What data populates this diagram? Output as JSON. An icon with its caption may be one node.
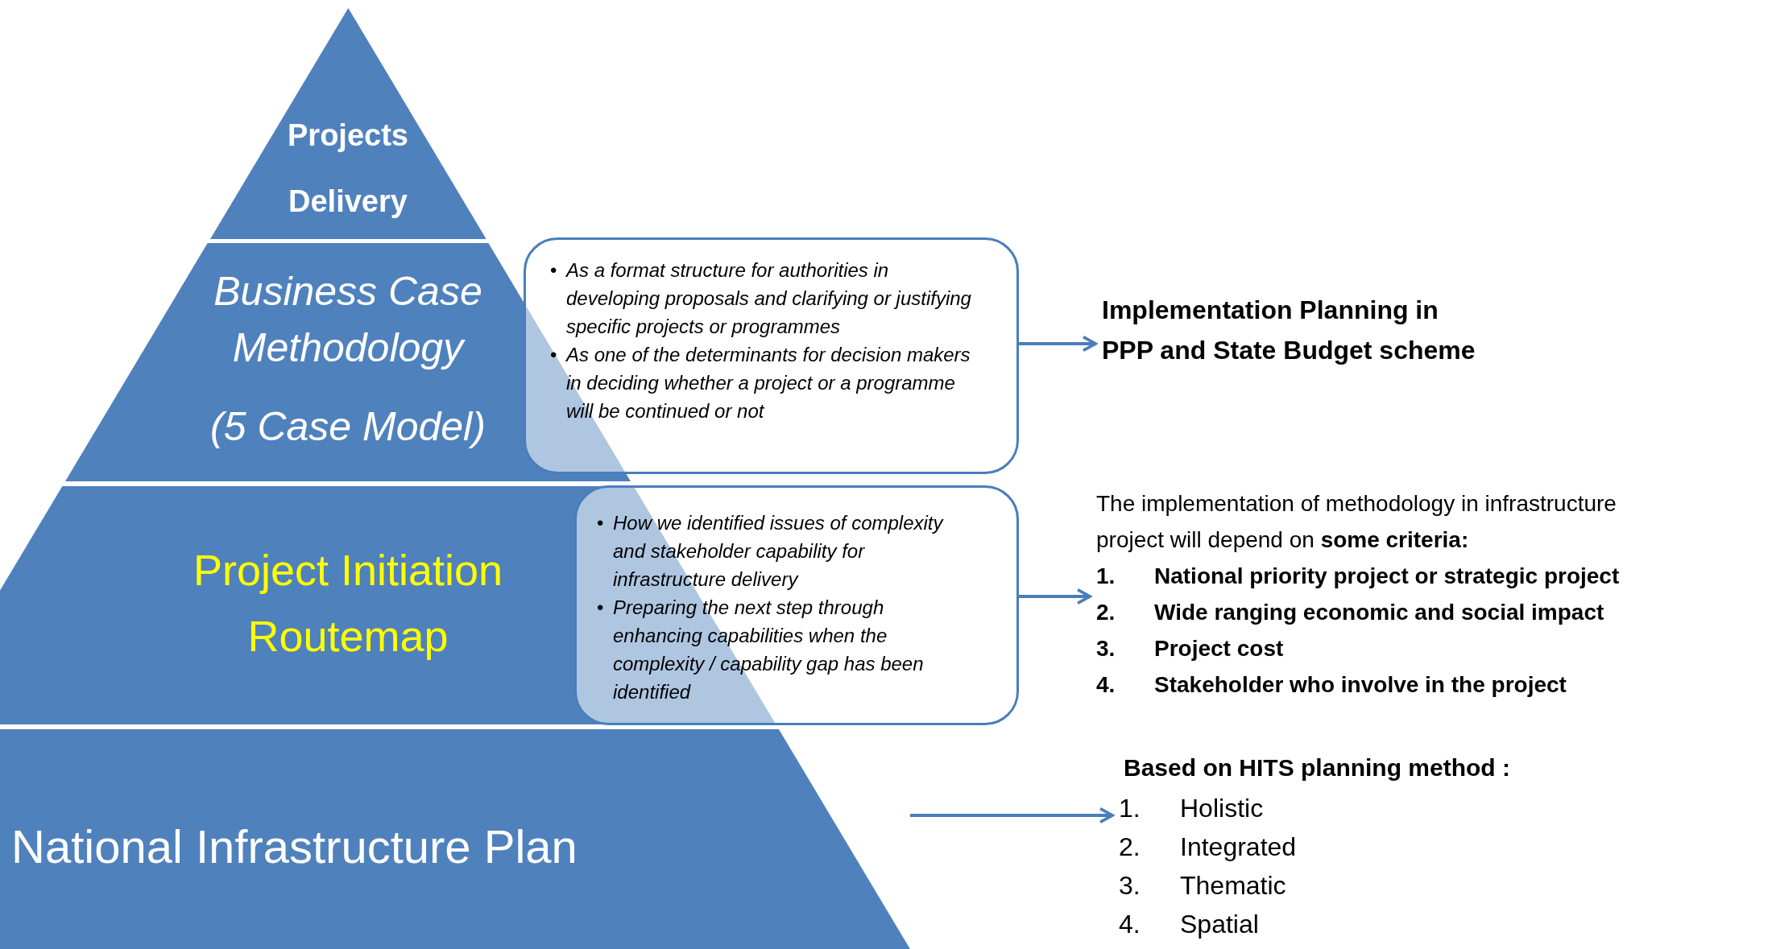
{
  "diagram": {
    "nodes": [
      {
        "text": [
          "Projects Delivery"
        ]
      },
      {
        "text": [
          "Business Case Methodology",
          "(5 Case Model)"
        ]
      },
      {
        "text": [
          "•",
          "As a format structure for authorities in developing proposals and clarifying or justifying specific projects or programmes",
          "•",
          "As one of the determinants for decision makers in deciding whether a project or a programme will be continued or not"
        ]
      },
      {
        "text": [
          "Project Initiation Routemap"
        ]
      },
      {
        "text": [
          "•",
          "How we identified issues of complexity and stakeholder capability for infrastructure delivery",
          "•",
          "Preparing the next step through enhancing capabilities when the complexity / capability gap has been identified"
        ]
      },
      {
        "text": [
          "National Infrastructure Plan"
        ]
      },
      {
        "text": [
          "Implementation Planning in PPP and State Budget scheme"
        ]
      },
      {
        "text": [
          "The implementation of methodology in infrastructure project will depend on **some criteria:**",
          "1.",
          "National priority project or strategic project",
          "2.",
          "Wide ranging economic and social impact",
          "3.",
          "Project cost",
          "4.",
          "Stakeholder who involve in the project"
        ]
      },
      {
        "text": [
          "Based on HITS planning method :",
          "1.",
          "Holistic",
          "2.",
          "Integrated",
          "3.",
          "Thematic",
          "4.",
          "Spatial"
        ]
      }
    ],
    "edges": [
      {
        "from": 2,
        "to": 6,
        "arrow": "to"
      },
      {
        "from": 4,
        "to": 7,
        "arrow": "to"
      },
      {
        "from": 5,
        "to": 8,
        "arrow": "to"
      }
    ]
  }
}
